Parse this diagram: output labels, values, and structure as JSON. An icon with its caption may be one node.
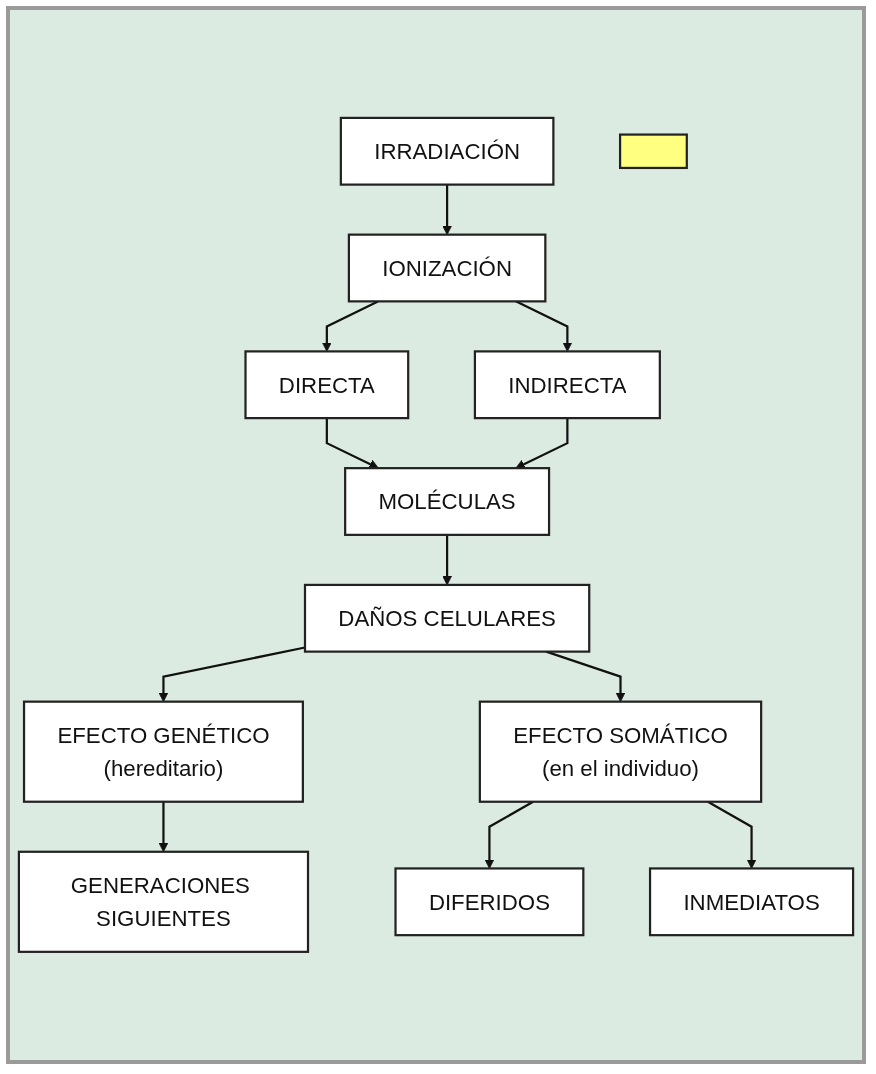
{
  "diagram": {
    "nodes": [
      {
        "text": [
          "IRRADIACIÓN"
        ]
      },
      {
        "text": [
          "IONIZACIÓN"
        ]
      },
      {
        "text": [
          "DIRECTA"
        ]
      },
      {
        "text": [
          "INDIRECTA"
        ]
      },
      {
        "text": [
          "MOLÉCULAS"
        ]
      },
      {
        "text": [
          "DAÑOS CELULARES"
        ]
      },
      {
        "text": [
          "EFECTO GENÉTICO",
          "(hereditario)"
        ]
      },
      {
        "text": [
          "EFECTO SOMÁTICO",
          "(en el individuo)"
        ]
      },
      {
        "text": [
          "GENERACIONES SIGUIENTES"
        ]
      },
      {
        "text": [
          "DIFERIDOS"
        ]
      },
      {
        "text": [
          "INMEDIATOS"
        ]
      },
      {
        "text": [],
        "shape": "bar"
      }
    ],
    "edges": [
      {
        "from": 0,
        "to": 1,
        "arrow": "to"
      },
      {
        "from": 1,
        "to": 2,
        "arrow": "to"
      },
      {
        "from": 1,
        "to": 3,
        "arrow": "to"
      },
      {
        "from": 2,
        "to": 4,
        "arrow": "to"
      },
      {
        "from": 3,
        "to": 4,
        "arrow": "to"
      },
      {
        "from": 4,
        "to": 5,
        "arrow": "to"
      },
      {
        "from": 5,
        "to": 6,
        "arrow": "to"
      },
      {
        "from": 5,
        "to": 7,
        "arrow": "to"
      },
      {
        "from": 6,
        "to": 8,
        "arrow": "to"
      },
      {
        "from": 7,
        "to": 9,
        "arrow": "to"
      },
      {
        "from": 7,
        "to": 10,
        "arrow": "to"
      }
    ]
  }
}
